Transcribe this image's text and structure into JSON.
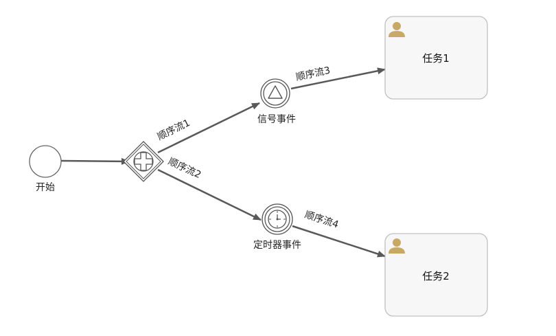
{
  "diagram": {
    "colors": {
      "flow": "#595959",
      "shape_stroke": "#666666",
      "task_fill": "#f7f7f7",
      "task_stroke": "#c0c0c0",
      "user_icon": "#c8a865"
    },
    "nodes": {
      "start": {
        "label": "开始",
        "kind": "start-event"
      },
      "gateway": {
        "label": "",
        "kind": "parallel-gateway"
      },
      "signal": {
        "label": "信号事件",
        "kind": "signal-intermediate-event"
      },
      "timer": {
        "label": "定时器事件",
        "kind": "timer-intermediate-event"
      },
      "task1": {
        "label": "任务1",
        "kind": "user-task",
        "icon": "user-icon"
      },
      "task2": {
        "label": "任务2",
        "kind": "user-task",
        "icon": "user-icon"
      }
    },
    "flows": {
      "flow0": {
        "label": ""
      },
      "flow1": {
        "label": "顺序流1"
      },
      "flow2": {
        "label": "顺序流2"
      },
      "flow3": {
        "label": "顺序流3"
      },
      "flow4": {
        "label": "顺序流4"
      }
    }
  }
}
